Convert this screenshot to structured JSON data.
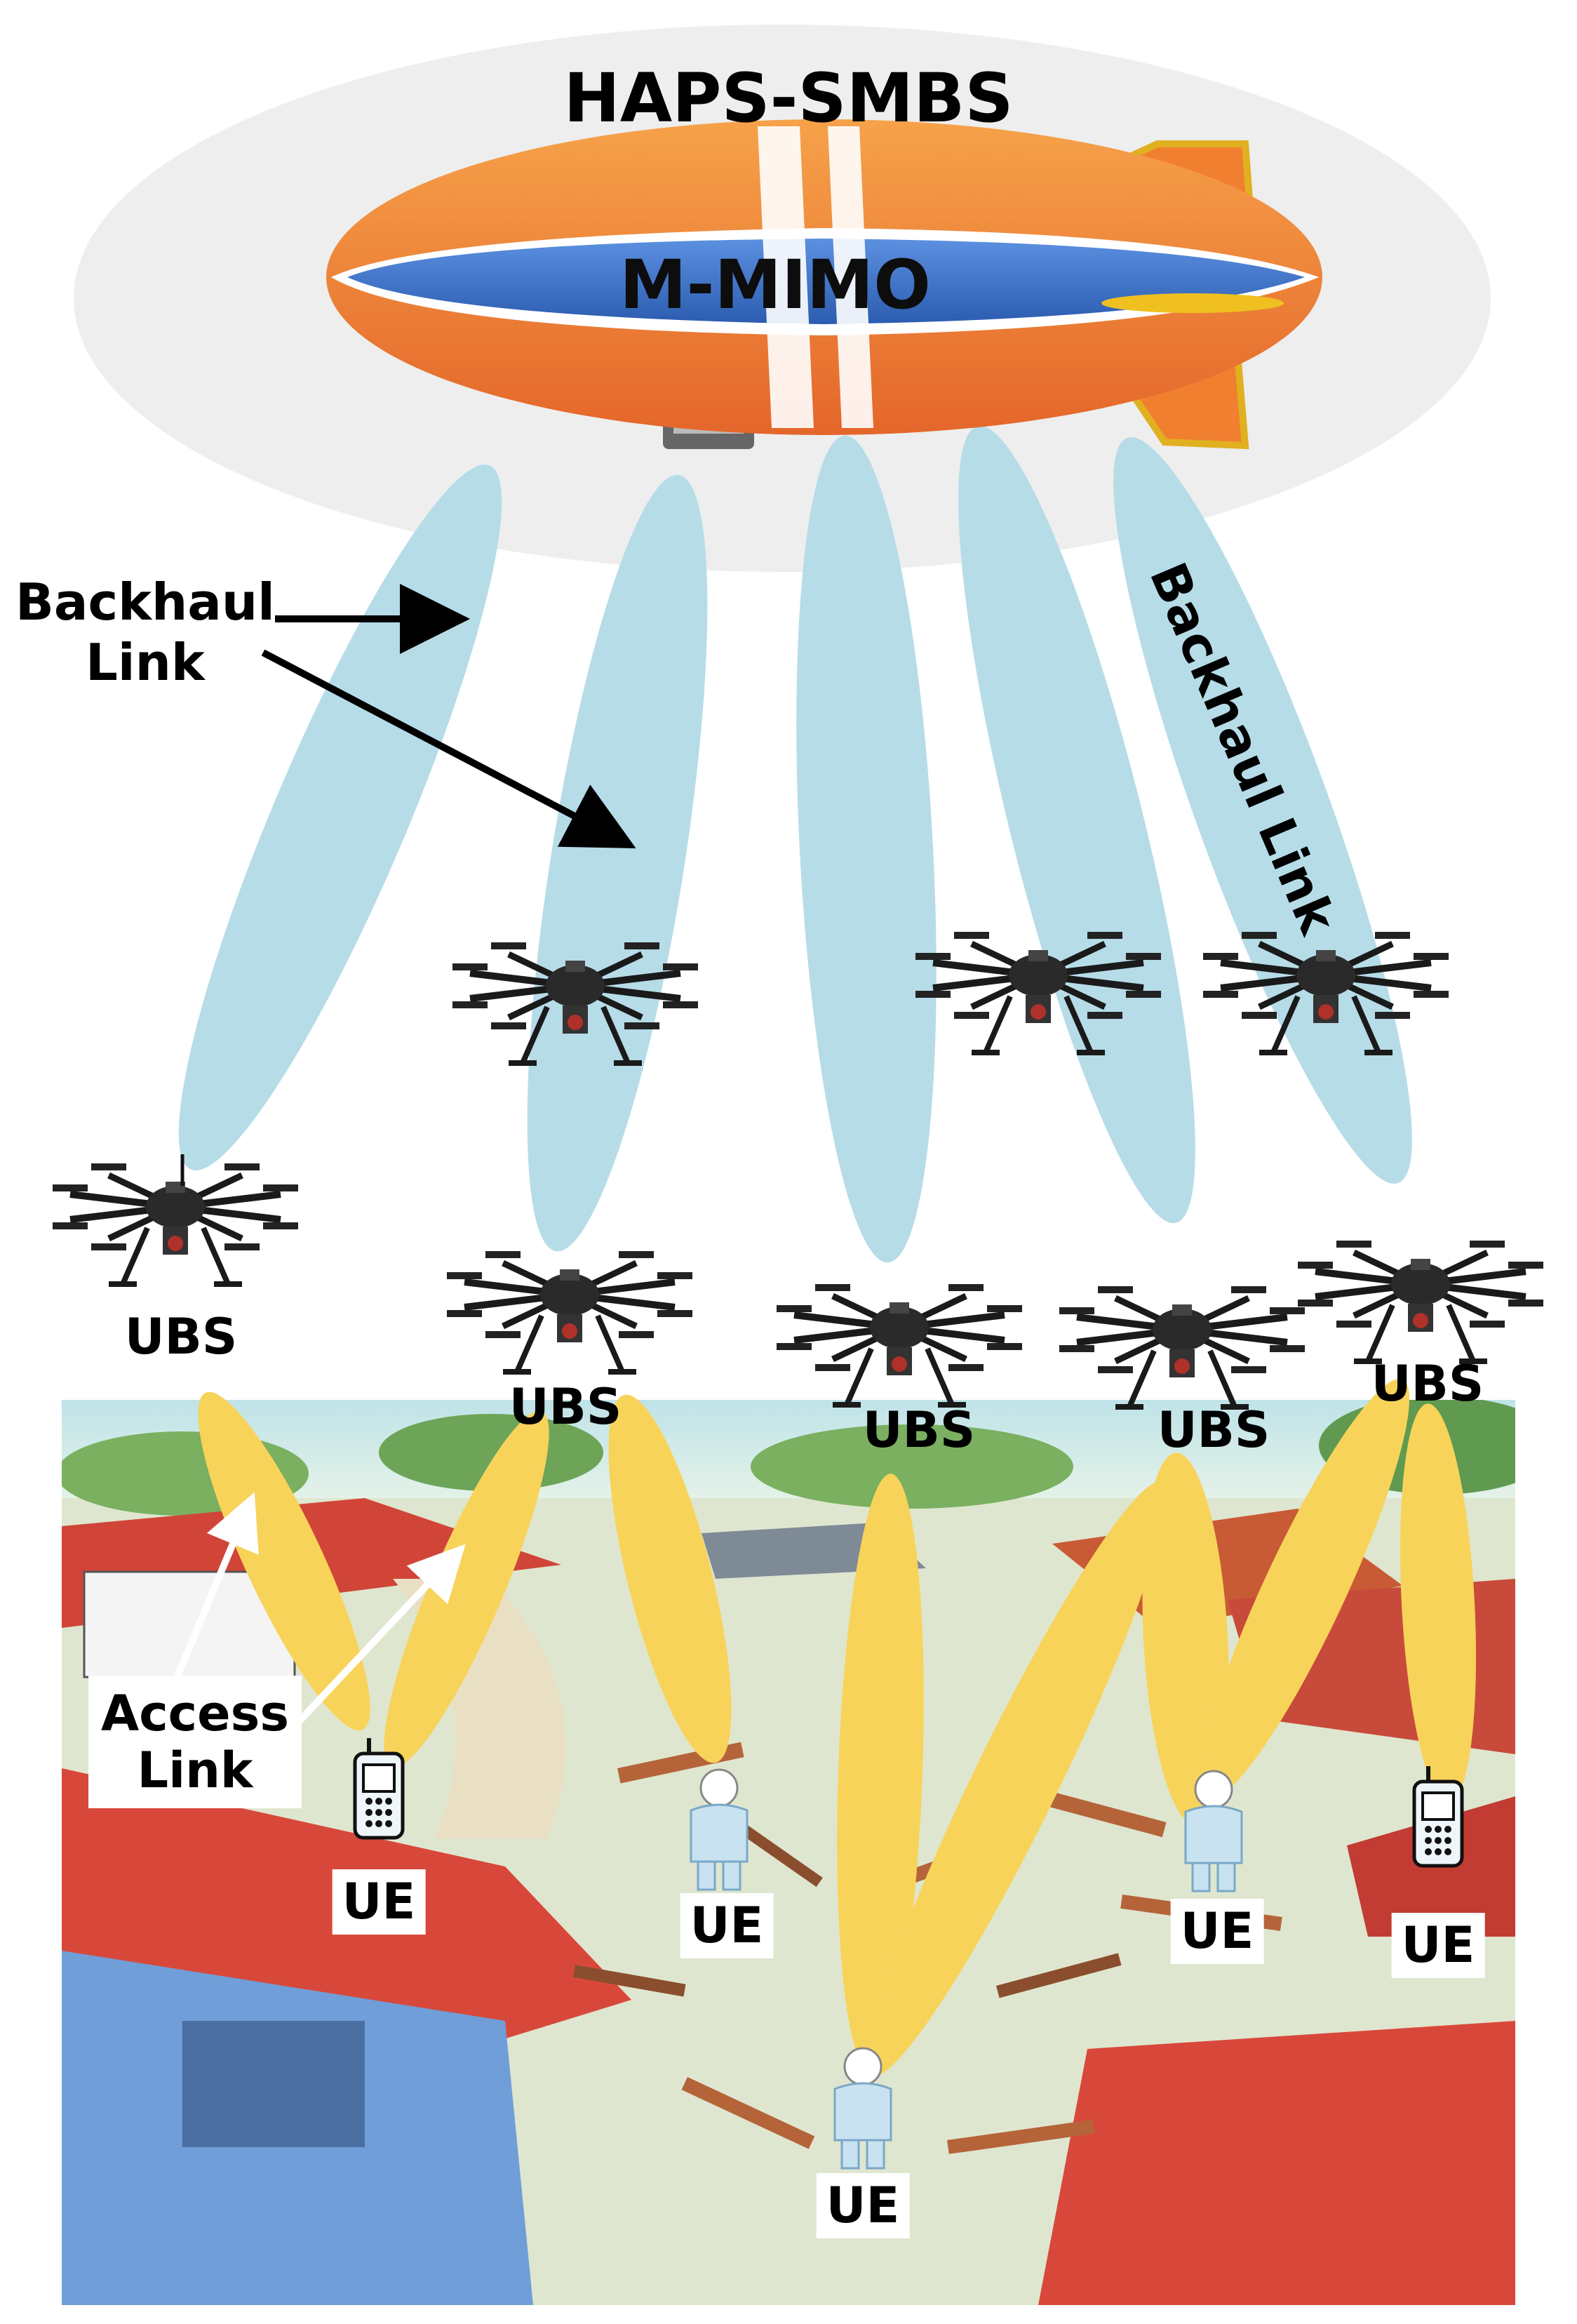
{
  "title": "HAPS-SMBS",
  "airship_label": "M-MIMO",
  "backhaul_label_left": "Backhaul\nLink",
  "backhaul_label_right": "Backhaul Link",
  "access_label": "Access\nLink",
  "ubs_label": "UBS",
  "ue_label": "UE",
  "icons": [
    "airship-icon",
    "drone-icon",
    "person-icon",
    "phone-icon",
    "arrow-icon"
  ],
  "colors": {
    "haps_halo": "#eeeeee",
    "backhaul_beam": "#b6dce8",
    "access_beam": "#f8d35a",
    "airship_blue": "#3a70c8",
    "airship_orange": "#f08030",
    "sky": "#bfe3e8",
    "roof_red": "#d8483a"
  }
}
